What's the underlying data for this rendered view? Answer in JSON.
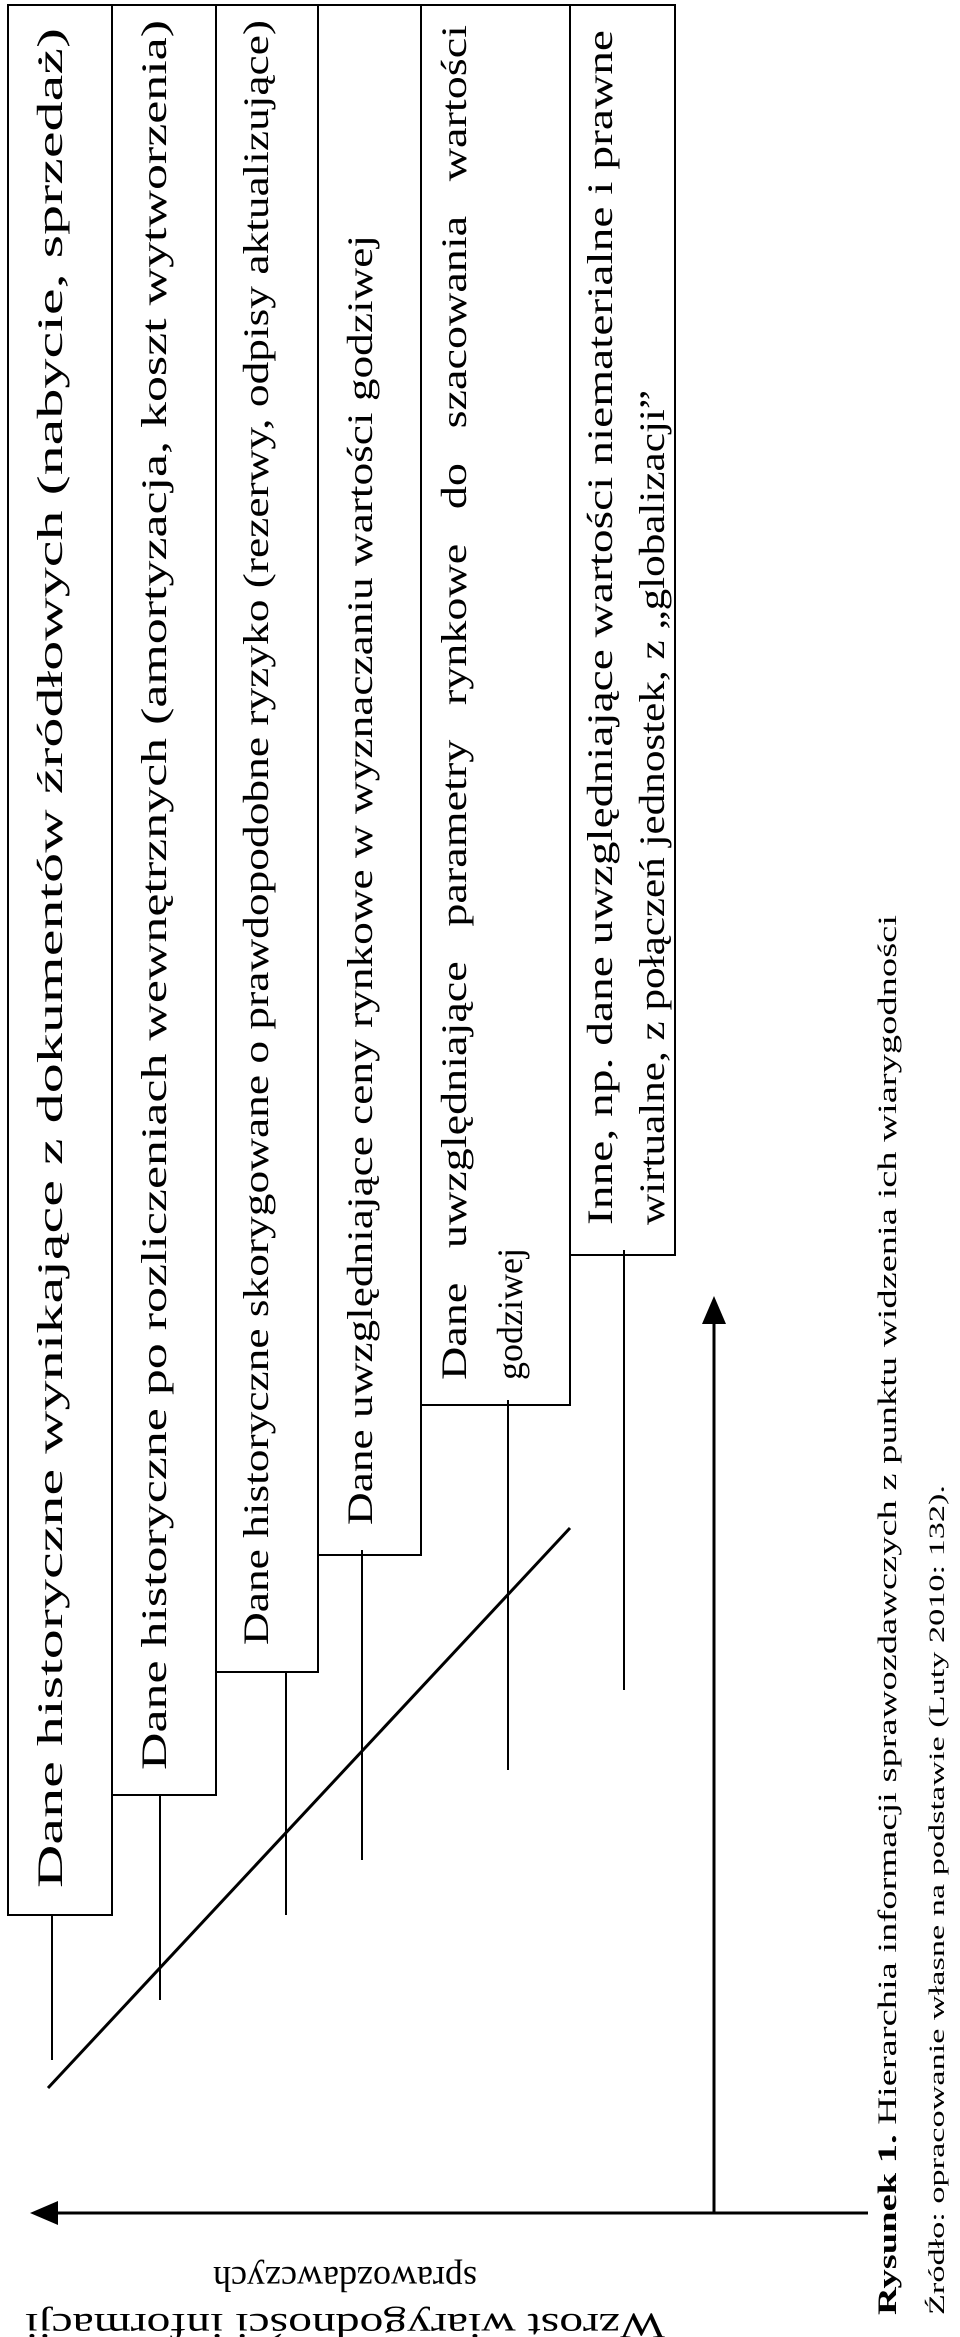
{
  "levels": [
    {
      "line1": "Dane historyczne wynikające z dokumentów źródłowych (nabycie, sprzedaż)",
      "line2": ""
    },
    {
      "line1": "Dane historyczne po rozliczeniach wewnętrznych (amortyzacja, koszt wytworzenia)",
      "line2": ""
    },
    {
      "line1": "Dane historyczne skorygowane o prawdopodobne ryzyko (rezerwy, odpisy aktualizujące)",
      "line2": ""
    },
    {
      "line1": "Dane uwzględniające ceny rynkowe w wyznaczaniu wartości godziwej",
      "line2": ""
    },
    {
      "line1": "Dane   uwzględniające   parametry   rynkowe   do   szacowania   wartości",
      "line2": "godziwej"
    },
    {
      "line1": "Inne, np. dane uwzględniające wartości niematerialne i prawne",
      "line2": "wirtualne, z połączeń jednostek, z „globalizacji”"
    }
  ],
  "axis": {
    "label_line1": "Wzrost wiarygodności informacji",
    "label_line2": "sprawozdawczych"
  },
  "caption": {
    "label": "Rysunek 1.",
    "text": " Hierarchia informacji sprawozdawczych z punktu widzenia ich wiarygodności",
    "source": "Źródło: opracowanie własne na podstawie (Luty 2010: 132)."
  }
}
